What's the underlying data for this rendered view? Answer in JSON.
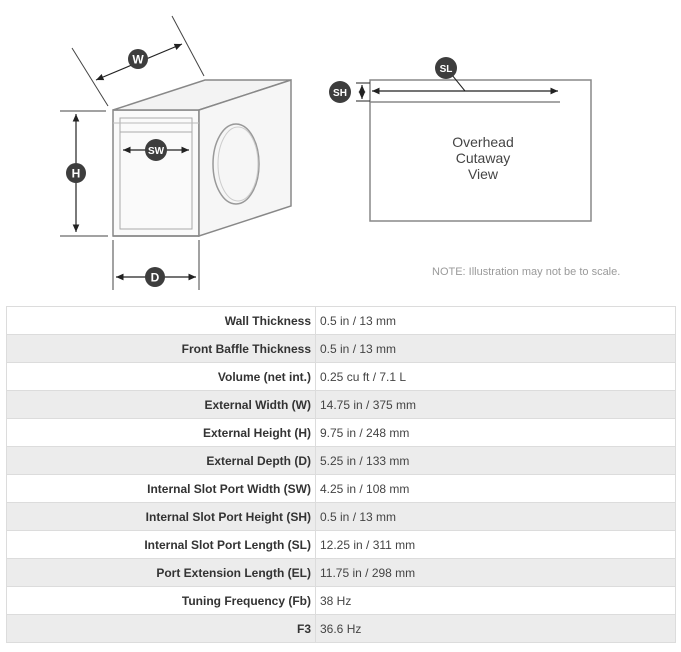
{
  "diagram": {
    "labels": {
      "w": "W",
      "h": "H",
      "d": "D",
      "sw": "SW",
      "sl": "SL",
      "sh": "SH"
    },
    "cutaway_lines": [
      "Overhead",
      "Cutaway",
      "View"
    ],
    "note": "NOTE: Illustration may not be to scale."
  },
  "specs": [
    {
      "label": "Wall Thickness",
      "value": "0.5 in / 13 mm"
    },
    {
      "label": "Front Baffle Thickness",
      "value": "0.5 in / 13 mm"
    },
    {
      "label": "Volume (net int.)",
      "value": "0.25 cu ft / 7.1 L"
    },
    {
      "label": "External Width (W)",
      "value": "14.75 in / 375 mm"
    },
    {
      "label": "External Height (H)",
      "value": "9.75 in / 248 mm"
    },
    {
      "label": "External Depth (D)",
      "value": "5.25 in / 133 mm"
    },
    {
      "label": "Internal Slot Port Width (SW)",
      "value": "4.25 in / 108 mm"
    },
    {
      "label": "Internal Slot Port Height (SH)",
      "value": "0.5 in / 13 mm"
    },
    {
      "label": "Internal Slot Port Length (SL)",
      "value": "12.25 in / 311 mm"
    },
    {
      "label": "Port Extension Length (EL)",
      "value": "11.75 in / 298 mm"
    },
    {
      "label": "Tuning Frequency (Fb)",
      "value": "38 Hz"
    },
    {
      "label": "F3",
      "value": "36.6 Hz"
    }
  ]
}
